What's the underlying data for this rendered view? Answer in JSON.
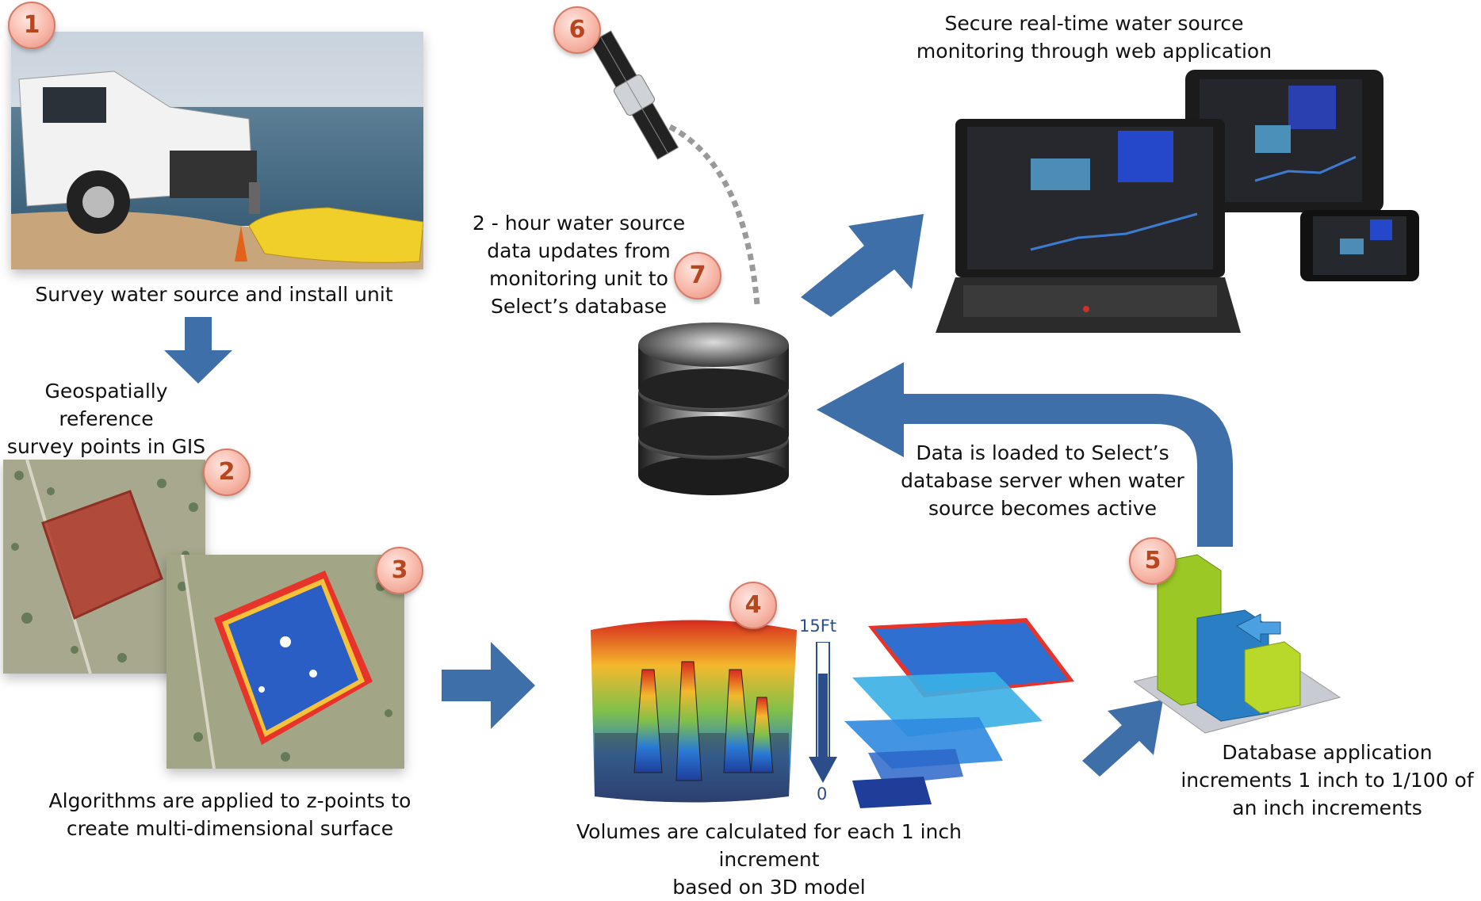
{
  "badges": {
    "b1": "1",
    "b2": "2",
    "b3": "3",
    "b4": "4",
    "b5": "5",
    "b6": "6",
    "b7": "7"
  },
  "captions": {
    "survey": "Survey water source and install unit",
    "geo": [
      "Geospatially reference",
      "survey points in GIS"
    ],
    "algo": [
      "Algorithms are applied to z-points to",
      "create multi-dimensional surface"
    ],
    "volumes": [
      "Volumes are calculated for each 1 inch increment",
      "based on 3D model"
    ],
    "dbapp": [
      "Database application",
      "increments 1 inch to 1/100 of",
      "an inch increments"
    ],
    "loaded": [
      "Data is loaded to Select’s",
      "database server when water",
      "source becomes active"
    ],
    "updates": [
      "2 - hour water source",
      "data updates from",
      "monitoring unit to",
      "Select’s database"
    ],
    "secure": [
      "Secure real-time water source",
      "monitoring through web application"
    ]
  },
  "scale": {
    "top": "15Ft",
    "bottom": "0"
  },
  "colors": {
    "arrow": "#3f6fa8",
    "badge_text": "#b8461e"
  }
}
